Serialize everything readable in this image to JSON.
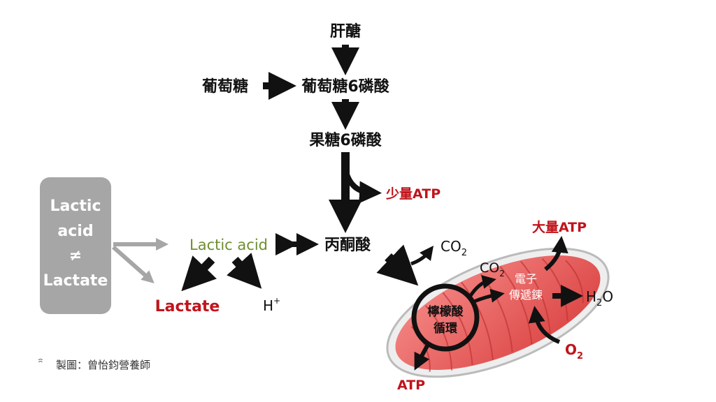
{
  "nodes": {
    "glycogen": "肝醣",
    "glucose": "葡萄糖",
    "g6p": "葡萄糖6磷酸",
    "f6p": "果糖6磷酸",
    "small_atp": "少量ATP",
    "pyruvate": "丙酮酸",
    "lactic_acid": "Lactic acid",
    "lactate": "Lactate",
    "h_plus": "H",
    "h_plus_sup": "+",
    "co2_outer": "CO",
    "co2_inner": "CO",
    "co2_sub": "2",
    "big_atp": "大量ATP",
    "etc_line1": "電子",
    "etc_line2": "傳遞鍊",
    "h2o_h": "H",
    "h2o_sub": "2",
    "h2o_o": "O",
    "o2": "O",
    "o2_sub": "2",
    "tca_line1": "檸檬酸",
    "tca_line2": "循環",
    "atp": "ATP"
  },
  "note_box": {
    "line1": "Lactic",
    "line2": "acid",
    "line3": "≠",
    "line4": "Lactate"
  },
  "credit": "製圖：曾怡鈞營養師",
  "colors": {
    "red": "#c0141c",
    "green": "#6e8f2f",
    "grey": "#a6a6a6",
    "mito": "#e85a5a"
  }
}
